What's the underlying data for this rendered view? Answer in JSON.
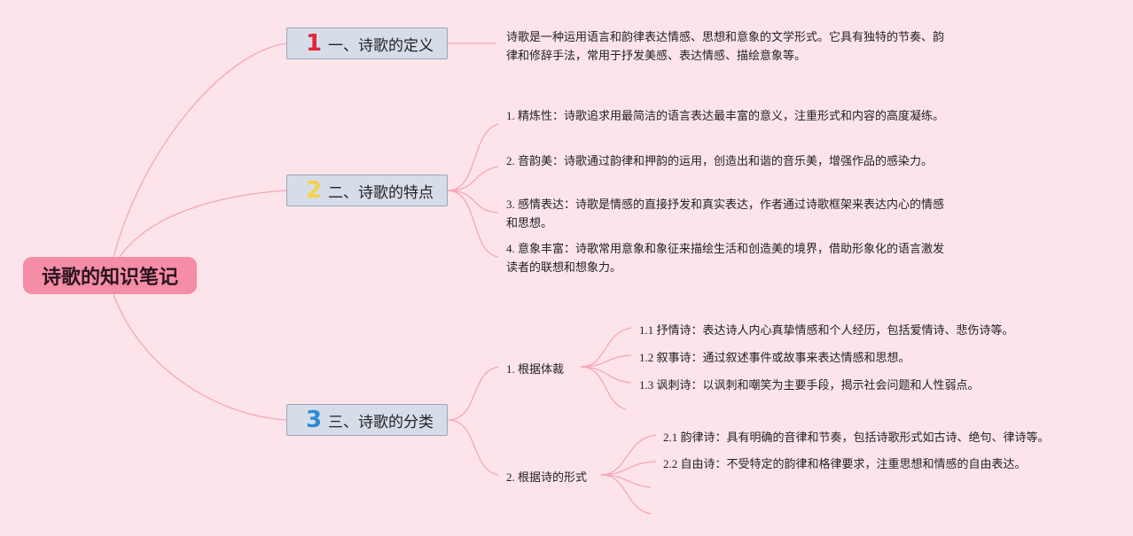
{
  "root": {
    "label": "诗歌的知识笔记",
    "color": "#f48da5"
  },
  "topics": [
    {
      "number": "1",
      "number_color": "#e0263c",
      "label": "一、诗歌的定义"
    },
    {
      "number": "2",
      "number_color": "#f4d24a",
      "label": "二、诗歌的特点"
    },
    {
      "number": "3",
      "number_color": "#2a8ad4",
      "label": "三、诗歌的分类"
    }
  ],
  "definition": {
    "text": "诗歌是一种运用语言和韵律表达情感、思想和意象的文学形式。它具有独特的节奏、韵律和修辞手法，常用于抒发美感、表达情感、描绘意象等。"
  },
  "features": [
    "1. 精炼性：诗歌追求用最简洁的语言表达最丰富的意义，注重形式和内容的高度凝练。",
    "2. 音韵美：诗歌通过韵律和押韵的运用，创造出和谐的音乐美，增强作品的感染力。",
    "3. 感情表达：诗歌是情感的直接抒发和真实表达，作者通过诗歌框架来表达内心的情感和思想。",
    "4. 意象丰富：诗歌常用意象和象征来描绘生活和创造美的境界，借助形象化的语言激发读者的联想和想象力。"
  ],
  "classification": {
    "by_genre": {
      "label": "1. 根据体裁",
      "items": [
        "1.1 抒情诗：表达诗人内心真挚情感和个人经历，包括爱情诗、悲伤诗等。",
        "1.2 叙事诗：通过叙述事件或故事来表达情感和思想。",
        "1.3 讽刺诗：以讽刺和嘲笑为主要手段，揭示社会问题和人性弱点。"
      ]
    },
    "by_form": {
      "label": "2. 根据诗的形式",
      "items": [
        "2.1 韵律诗：具有明确的音律和节奏，包括诗歌形式如古诗、绝句、律诗等。",
        "2.2 自由诗：不受特定的韵律和格律要求，注重思想和情感的自由表达。"
      ]
    }
  },
  "colors": {
    "background": "#fce4ea",
    "link": "#f4a7b6",
    "topic_bg": "#d6dde8"
  }
}
